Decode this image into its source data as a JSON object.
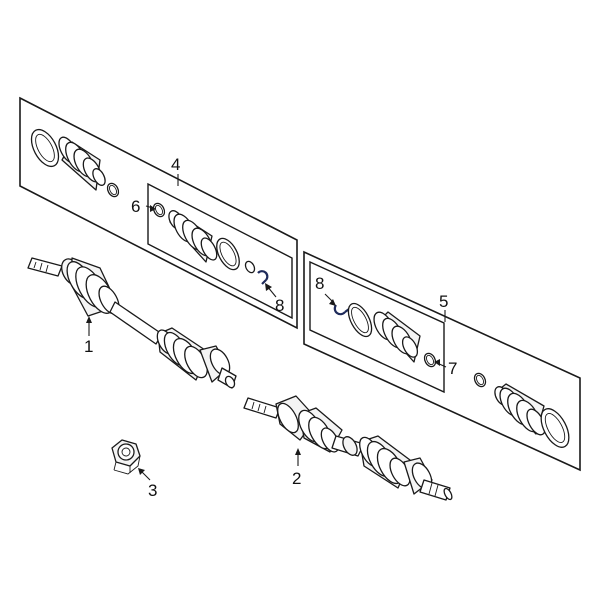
{
  "callouts": {
    "c1": "1",
    "c2": "2",
    "c3": "3",
    "c4": "4",
    "c5": "5",
    "c6": "6",
    "c7": "7",
    "c8a": "8",
    "c8b": "8"
  },
  "colors": {
    "line": "#1a1a1a",
    "highlight": "#1e2a5a"
  }
}
